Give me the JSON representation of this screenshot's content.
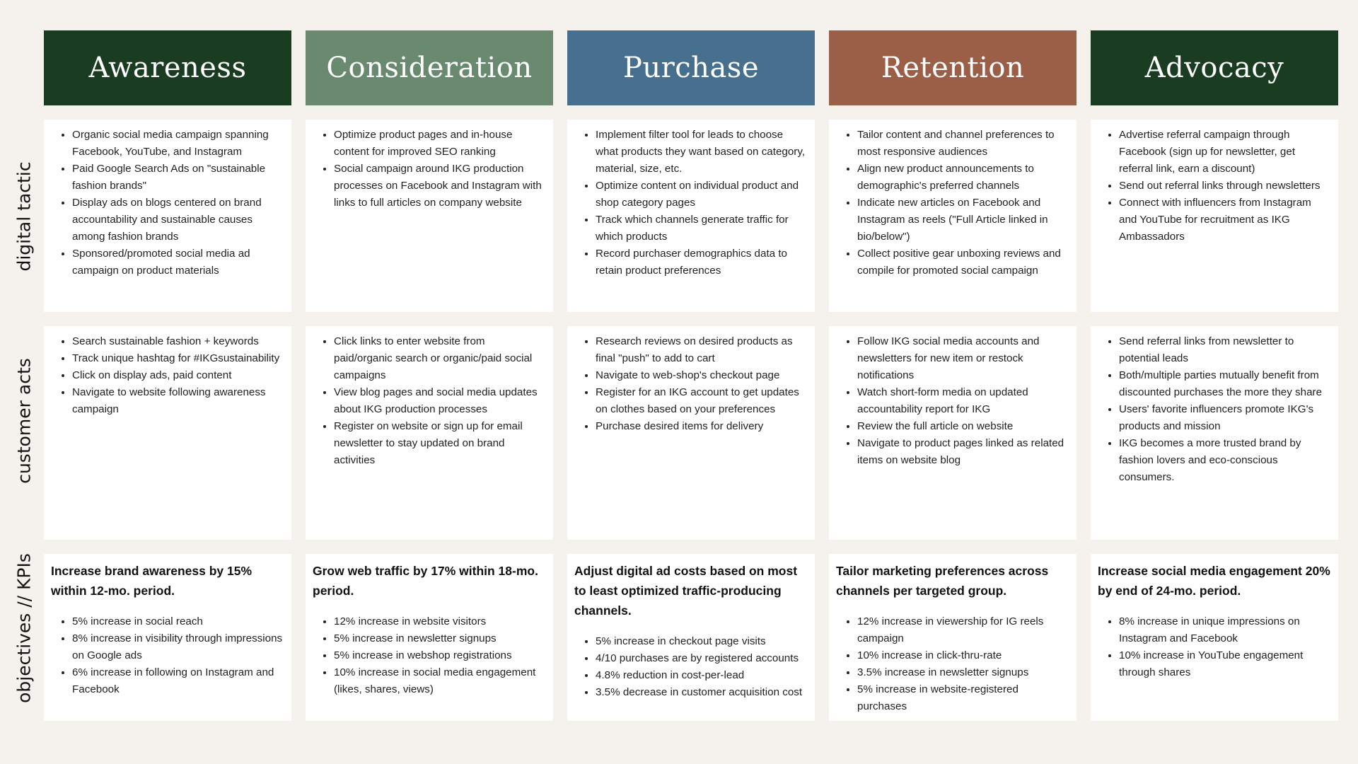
{
  "colors": {
    "background": "#f5f2ee",
    "awareness": "#1a3d22",
    "consideration": "#698a6e",
    "purchase": "#47708f",
    "retention": "#9b5f48",
    "advocacy": "#1a3d22"
  },
  "row_labels": {
    "digital_tactic": "digital tactic",
    "customer_acts": "customer acts",
    "objectives": "objectives //  KPIs"
  },
  "stages": [
    {
      "title": "Awareness",
      "tactics": [
        "Organic social media campaign spanning Facebook, YouTube, and Instagram",
        "Paid Google Search Ads on \"sustainable fashion brands\"",
        "Display ads on blogs centered on brand accountability and sustainable causes among fashion brands",
        "Sponsored/promoted social media ad campaign on product materials"
      ],
      "acts": [
        "Search sustainable fashion + keywords",
        "Track unique hashtag for #IKGsustainability",
        "Click on display ads, paid content",
        "Navigate to website following awareness campaign"
      ],
      "objective": "Increase brand awareness by  15% within 12-mo. period.",
      "kpis": [
        "5% increase in social reach",
        "8% increase in visibility through impressions on Google ads",
        "6% increase in following on Instagram and Facebook"
      ]
    },
    {
      "title": "Consideration",
      "tactics": [
        "Optimize product pages and in-house content for improved SEO ranking",
        "Social campaign around IKG production processes on Facebook and Instagram with links to full articles on company website"
      ],
      "acts": [
        "Click links to enter website from paid/organic search or organic/paid social campaigns",
        "View blog pages and social media updates about IKG production processes",
        "Register on website or sign up for email newsletter to stay updated on brand activities"
      ],
      "objective": "Grow web traffic by 17% within 18-mo. period.",
      "kpis": [
        "12% increase in website visitors",
        "5% increase in newsletter signups",
        "5% increase in webshop registrations",
        "10% increase in social media engagement (likes, shares, views)"
      ]
    },
    {
      "title": "Purchase",
      "tactics": [
        "Implement filter tool for leads to choose what products they want based on category, material, size, etc.",
        "Optimize content on individual product and shop category pages",
        "Track which channels generate traffic for which products",
        "Record purchaser demographics data to retain product preferences"
      ],
      "acts": [
        "Research reviews on desired products as final \"push\" to add to cart",
        "Navigate to web-shop's checkout page",
        "Register for an IKG account to get updates on clothes based on your preferences",
        "Purchase desired items for delivery"
      ],
      "objective": "Adjust digital ad costs based on most to least optimized traffic-producing channels.",
      "kpis": [
        "5% increase in checkout page visits",
        "4/10 purchases are by registered accounts",
        "4.8% reduction in cost-per-lead",
        "3.5% decrease in customer acquisition cost"
      ]
    },
    {
      "title": "Retention",
      "tactics": [
        "Tailor content and channel preferences to most responsive audiences",
        "Align new product announcements to demographic's preferred channels",
        "Indicate new articles on Facebook and Instagram as reels (\"Full Article linked in bio/below\")",
        " Collect positive gear unboxing reviews and compile for promoted social campaign"
      ],
      "acts": [
        "Follow IKG social media accounts and newsletters for new item or restock notifications",
        "Watch short-form media on updated accountability report for IKG",
        "Review the full article on website",
        "Navigate to product pages linked as related items on website blog"
      ],
      "objective": "Tailor marketing preferences across channels per targeted group.",
      "kpis": [
        "12% increase in viewership for IG reels campaign",
        "10% increase in click-thru-rate",
        "3.5% increase in newsletter signups",
        "5% increase in website-registered purchases"
      ]
    },
    {
      "title": "Advocacy",
      "tactics": [
        "Advertise referral campaign through Facebook (sign up for newsletter, get referral link, earn a discount)",
        "Send out referral links through newsletters",
        "Connect with influencers from Instagram and YouTube for recruitment as IKG Ambassadors"
      ],
      "acts": [
        "Send referral links from newsletter to potential leads",
        "Both/multiple parties mutually benefit from discounted purchases the more they share",
        "Users' favorite influencers promote IKG's products and mission",
        "IKG becomes a more trusted brand by fashion lovers and eco-conscious consumers."
      ],
      "objective": "Increase social media engagement 20% by end of 24-mo. period.",
      "kpis": [
        "8% increase in unique impressions on Instagram and Facebook",
        "10% increase in YouTube engagement through shares"
      ]
    }
  ]
}
